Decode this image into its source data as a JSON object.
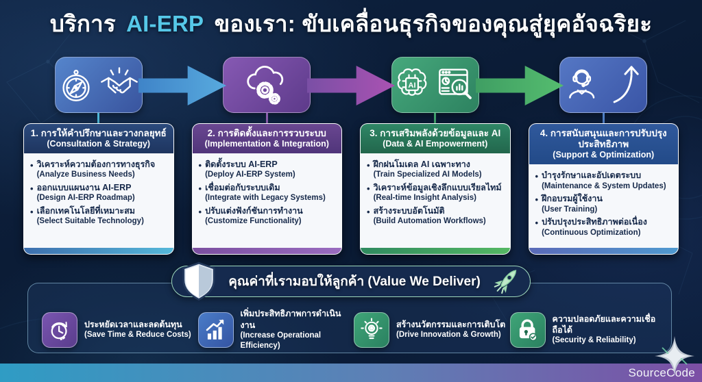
{
  "title": {
    "pre": "บริการ",
    "highlight": "AI-ERP",
    "post": "ของเรา: ขับเคลื่อนธุรกิจของคุณสู่ยุคอัจฉริยะ"
  },
  "steps": [
    {
      "icons": [
        "compass-icon",
        "handshake-icon"
      ],
      "header_th": "1. การให้คำปรึกษาและวางกลยุทธ์",
      "header_en": "(Consultation & Strategy)",
      "bullets": [
        {
          "th": "วิเคราะห์ความต้องการทางธุรกิจ",
          "en": "(Analyze Business Needs)"
        },
        {
          "th": "ออกแบบแผนงาน AI-ERP",
          "en": "(Design AI-ERP Roadmap)"
        },
        {
          "th": "เลือกเทคโนโลยีที่เหมาะสม",
          "en": "(Select Suitable Technology)"
        }
      ]
    },
    {
      "icons": [
        "cloud-gears-icon"
      ],
      "header_th": "2. การติดตั้งและการรวบระบบ",
      "header_en": "(Implementation & Integration)",
      "bullets": [
        {
          "th": "ติดตั้งระบบ AI-ERP",
          "en": "(Deploy AI-ERP System)"
        },
        {
          "th": "เชื่อมต่อกับระบบเดิม",
          "en": "(Integrate with Legacy Systems)"
        },
        {
          "th": "ปรับแต่งฟังก์ชันการทำงาน",
          "en": "(Customize Functionality)"
        }
      ]
    },
    {
      "icons": [
        "ai-brain-icon",
        "window-search-icon"
      ],
      "header_th": "3. การเสริมพลังด้วยข้อมูลและ AI",
      "header_en": "(Data & AI Empowerment)",
      "bullets": [
        {
          "th": "ฝึกฝนโมเดล AI เฉพาะทาง",
          "en": "(Train Specialized AI Models)"
        },
        {
          "th": "วิเคราะห์ข้อมูลเชิงลึกแบบเรียลไทม์",
          "en": "(Real-time Insight Analysis)"
        },
        {
          "th": "สร้างระบบอัตโนมัติ",
          "en": "(Build Automation Workflows)"
        }
      ]
    },
    {
      "icons": [
        "support-agent-icon",
        "growth-arrow-icon"
      ],
      "header_th": "4. การสนับสนุนและการปรับปรุงประสิทธิภาพ",
      "header_en": "(Support & Optimization)",
      "bullets": [
        {
          "th": "บำรุงรักษาและอัปเดตระบบ",
          "en": "(Maintenance & System Updates)"
        },
        {
          "th": "ฝึกอบรมผู้ใช้งาน",
          "en": "(User Training)"
        },
        {
          "th": "ปรับปรุงประสิทธิภาพต่อเนื่อง",
          "en": "(Continuous Optimization)"
        }
      ]
    }
  ],
  "value_section": {
    "banner_label": "คุณค่าที่เรามอบให้ลูกค้า (Value We Deliver)",
    "items": [
      {
        "icon": "clock-rotate-icon",
        "th": "ประหยัดเวลาและลดต้นทุน",
        "en": "(Save Time & Reduce Costs)"
      },
      {
        "icon": "chart-growth-icon",
        "th": "เพิ่มประสิทธิภาพการดำเนินงาน",
        "en": "(Increase Operational Efficiency)"
      },
      {
        "icon": "lightbulb-gear-icon",
        "th": "สร้างนวัตกรรมและการเติบโต",
        "en": "(Drive Innovation & Growth)"
      },
      {
        "icon": "lock-check-icon",
        "th": "ความปลอดภัยและความเชื่อถือได้",
        "en": "(Security & Reliability)"
      }
    ]
  },
  "footer": {
    "watermark": "SourceCode"
  },
  "colors": {
    "background": "#0a1a33",
    "title_highlight": "#56c8e8",
    "step1": "#2b4a7d",
    "step2": "#6a4791",
    "step3": "#2f8766",
    "step4": "#30599c",
    "arrow1": "#4a94d2",
    "arrow2": "#9251ab",
    "arrow3": "#4aad68",
    "banner_border": "#9ed8bd",
    "bottom_bar_left": "#2f9cc4",
    "bottom_bar_right": "#7c4fa5"
  }
}
